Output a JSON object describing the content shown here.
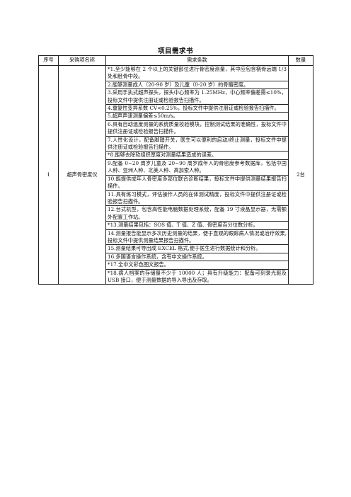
{
  "document": {
    "title": "项目需求书"
  },
  "table": {
    "headers": {
      "no": "序号",
      "name": "采购项名称",
      "requirements": "需求条款",
      "quantity": "数量"
    },
    "row": {
      "no": "1",
      "name": "超声骨密度仪",
      "quantity": "2台",
      "items": [
        "*1.至少能够在 2 个以上的关键部位进行骨密度测量，其中应包含桡骨远端 1/3 处和胫骨中段。",
        "2.能够测量成人（20-90 岁）及儿童（0-20 岁）的骨骼密度。",
        "3.采用手执式超声探头，探头中心频率为 1.25MHz，中心频率偏差需≤10%，投标文件中提供注册证或检验报告扫描件。",
        "4.重复性变异系数 CV<0.25%，投标文件中提供注册证或检验报告扫描件。",
        "5.超声声速测量偏差≤50m/s。",
        "6.具有自动温度测量的系统质量校验模块，控制测试结果的准确性，投标文件中提供注册证或检验报告扫描件。",
        "7.人性化设计，配备脚踏开关，医生可以便利的启动/终止测量，投标文件中提供注册证或检验报告扫描件。",
        "*8.能够去除软组织厚度对测量结果造成的误差。",
        "9.配备 0~20 周岁儿童及 20~90 周岁成年人的骨密度参考数据库，包括中国人种、亚洲人种、北美人种、高加索人种。",
        "10.能提供成年人骨密度多部位联合诊断结果，投标文件中提供测量结果报告扫描件。",
        "11.具有练习模式，评估操作人员的在体测试精度，投标文件中提供注册证或检验报告扫描件。",
        "12.台式机型，包含高性能电脑数据处理系统，配备 19 寸液晶显示器，无需额外配置工作站。",
        "*13.测量结果包括：SOS 值、T 值、Z 值、骨密度百分位数分析。",
        "14.测量报告能显示多次历史测量的结果，便于直观的跟踪病人情况或治疗效果,投标文件中提供测量结果报告扫描件。",
        "15.测量结果可导出成 EXCEL 格式,便于医生进行数据统计和分析。",
        "16.多国语言操作系统，含有中文操作系统。",
        "*17.全中文彩色图文报告。",
        "*18.病人档案的存储量不少于 10000 人；具有升级能力：配备可刻录光驱及 USB 接口，便于测量数据的导入导出及存取。"
      ]
    }
  }
}
